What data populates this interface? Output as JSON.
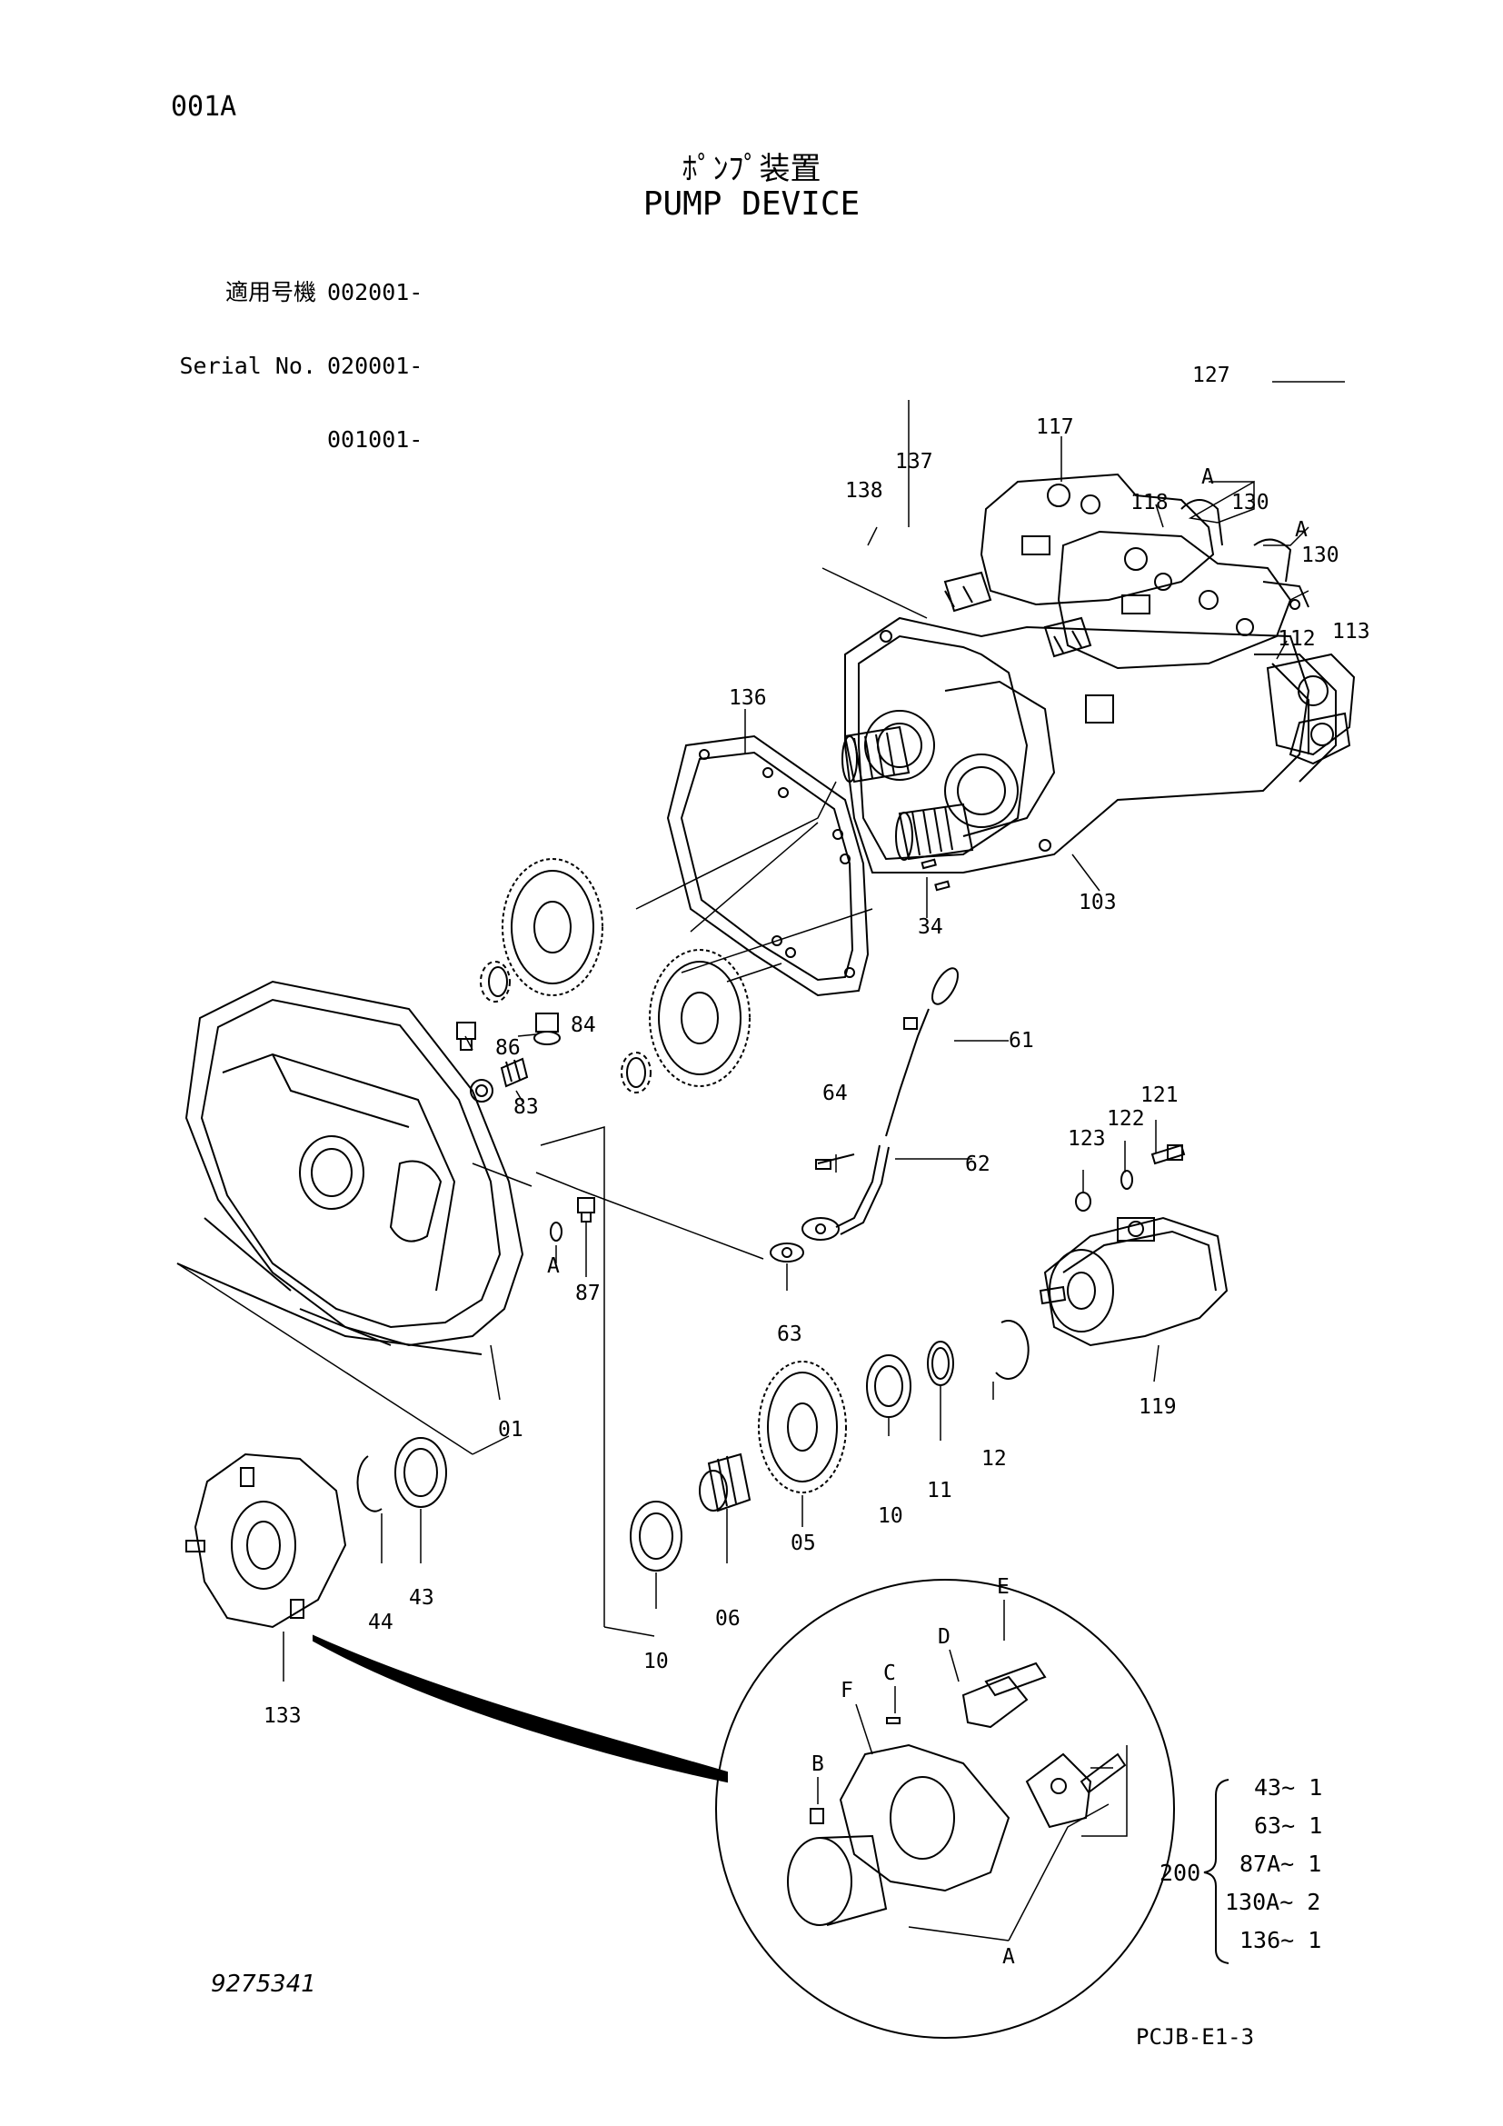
{
  "header": {
    "page_code": "001A",
    "title_jp": "ﾎﾟﾝﾌﾟ装置",
    "title_en": "PUMP DEVICE"
  },
  "serial": {
    "rows": [
      {
        "label": "適用号機",
        "value": "002001-"
      },
      {
        "label": "Serial No.",
        "value": "020001-"
      },
      {
        "label": "",
        "value": "001001-"
      }
    ]
  },
  "callouts": {
    "c127": "127",
    "c117": "117",
    "c137": "137",
    "c138": "138",
    "c118": "118",
    "cA1": "A",
    "c130a": "130",
    "cA2": "A",
    "c130b": "130",
    "c113": "113",
    "c112": "112",
    "c136": "136",
    "c103": "103",
    "c34": "34",
    "c84": "84",
    "c86": "86",
    "c83": "83",
    "c61": "61",
    "c64": "64",
    "c62": "62",
    "c121": "121",
    "c122": "122",
    "c123": "123",
    "cA3": "A",
    "c87": "87",
    "c63": "63",
    "c119": "119",
    "c01": "01",
    "c12": "12",
    "c11": "11",
    "c10a": "10",
    "c05": "05",
    "c06": "06",
    "c10b": "10",
    "c44": "44",
    "c43": "43",
    "c133": "133",
    "cE": "E",
    "cD": "D",
    "cC": "C",
    "cF": "F",
    "cB": "B",
    "cA4": "A"
  },
  "kit": {
    "number": "200",
    "items": [
      "43~ 1",
      "63~ 1",
      "87A~ 1",
      "130A~ 2",
      "136~ 1"
    ]
  },
  "footer": {
    "drawing_no": "9275341",
    "sheet_code": "PCJB-E1-3"
  }
}
